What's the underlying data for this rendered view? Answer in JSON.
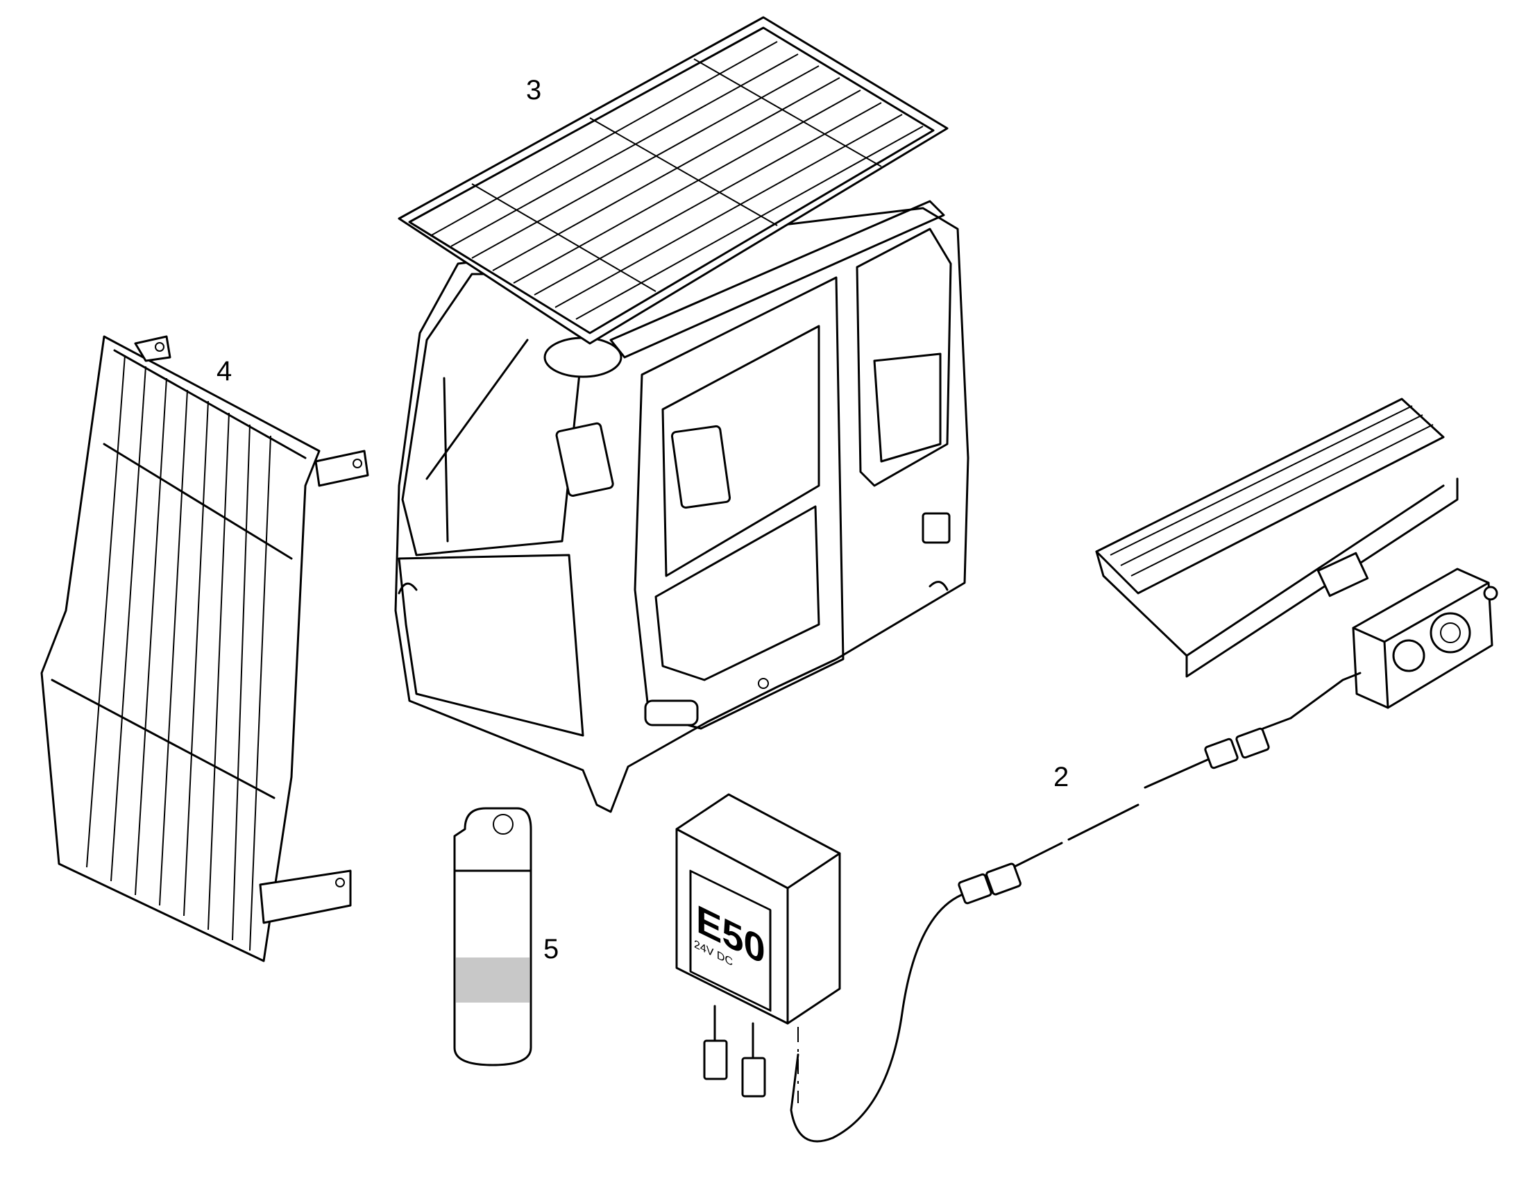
{
  "callouts": {
    "cab_guard": "3",
    "front_guard": "4",
    "electrical_kit": "2",
    "extinguisher": "5"
  },
  "control_box": {
    "model": "E50",
    "voltage": "24V DC"
  },
  "colors": {
    "line": "#000000",
    "background": "#ffffff",
    "band": "#c8c8c8"
  }
}
